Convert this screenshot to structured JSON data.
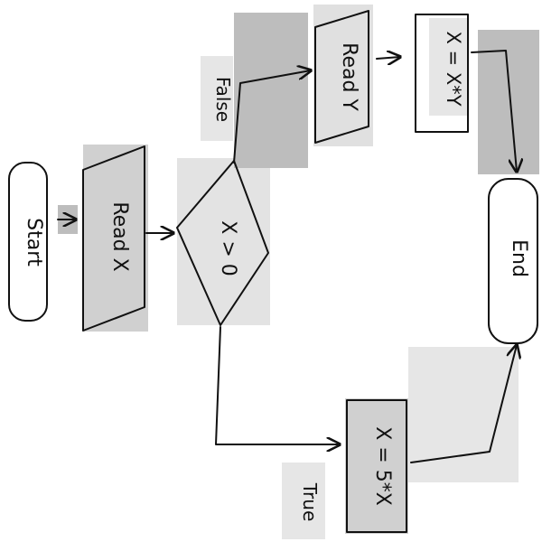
{
  "diagram": {
    "start": "Start",
    "read_x": "Read X",
    "condition": "X > 0",
    "false_label": "False",
    "read_y": "Read Y",
    "assign_xy": "X = X*Y",
    "true_label": "True",
    "assign_5x": "X = 5*X",
    "end": "End"
  },
  "colors": {
    "box_fill": "#d8d8d8",
    "box_fill_light": "#e6e6e6",
    "box_fill_dark": "#bdbdbd",
    "ink": "#111111"
  }
}
